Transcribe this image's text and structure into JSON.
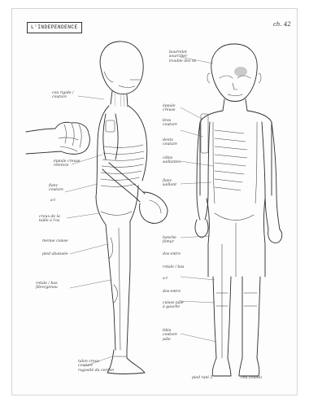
{
  "sheet": {
    "title": "L'INDEPENDENCE",
    "page_number": "ch. 42"
  },
  "notes": {
    "side_view": [
      "cou rigide /\ncouture",
      "épaule creuse\nrétrécie",
      "flanc\ncouture",
      "a-t",
      "creux de la\ntaille à l'os",
      "menue cuisse",
      "pied abaissée",
      "rotule / bas\nfibre/genou",
      "talon creux\ncouture\nrugosité du cordon"
    ],
    "front_view": [
      "bourrelet\nsourcilier\ntrouble des os",
      "épaule\ncreuse",
      "bras\ncouture",
      "dents\ncouture",
      "côtes\nsaillantes",
      "flanc\nsaillant",
      "hanche\nfémur",
      "dos-entre",
      "rotule / bas",
      "a-t",
      "dos-entre",
      "cuisse pâle\nà gauche",
      "tibia\ncouture\npâle",
      "pied raté 5",
      "cou (coute)"
    ]
  }
}
